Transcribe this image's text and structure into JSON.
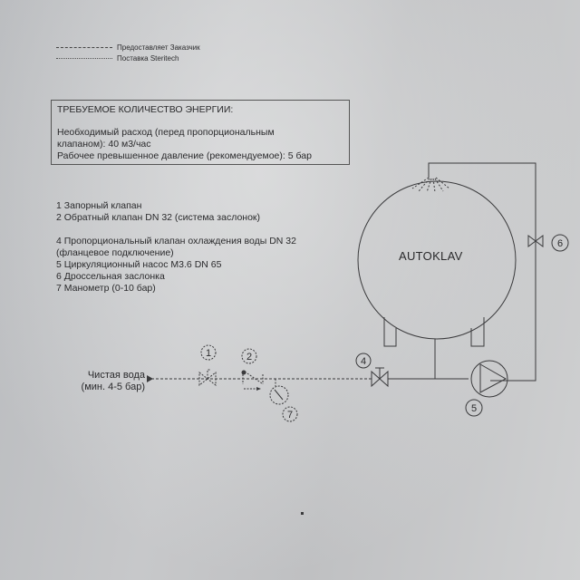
{
  "legend": {
    "items": [
      {
        "line_style": "dashed",
        "label": "Предоставляет Заказчик"
      },
      {
        "line_style": "solid",
        "label": "Поставка Steritech"
      }
    ]
  },
  "energy_box": {
    "title": "ТРЕБУЕМОЕ КОЛИЧЕСТВО ЭНЕРГИИ:",
    "lines": [
      "Необходимый расход (перед пропорциональным",
      "клапаном): 40 м3/час",
      "Рабочее превышенное давление (рекомендуемое): 5 бар"
    ]
  },
  "components": {
    "group1": [
      "1 Запорный клапан",
      "2 Обратный клапан DN 32 (система заслонок)"
    ],
    "group2": [
      "4 Пропорциональный клапан охлаждения воды DN 32",
      "(фланцевое подключение)",
      "5 Циркуляционный насос М3.6 DN 65",
      "6 Дроссельная заслонка",
      "7 Манометр (0-10 бар)"
    ]
  },
  "diagram": {
    "vessel_label": "AUTOKLAV",
    "inlet_label": [
      "Чистая вода",
      "(мин. 4-5 бар)"
    ],
    "markers": [
      "1",
      "2",
      "4",
      "5",
      "6",
      "7"
    ]
  }
}
